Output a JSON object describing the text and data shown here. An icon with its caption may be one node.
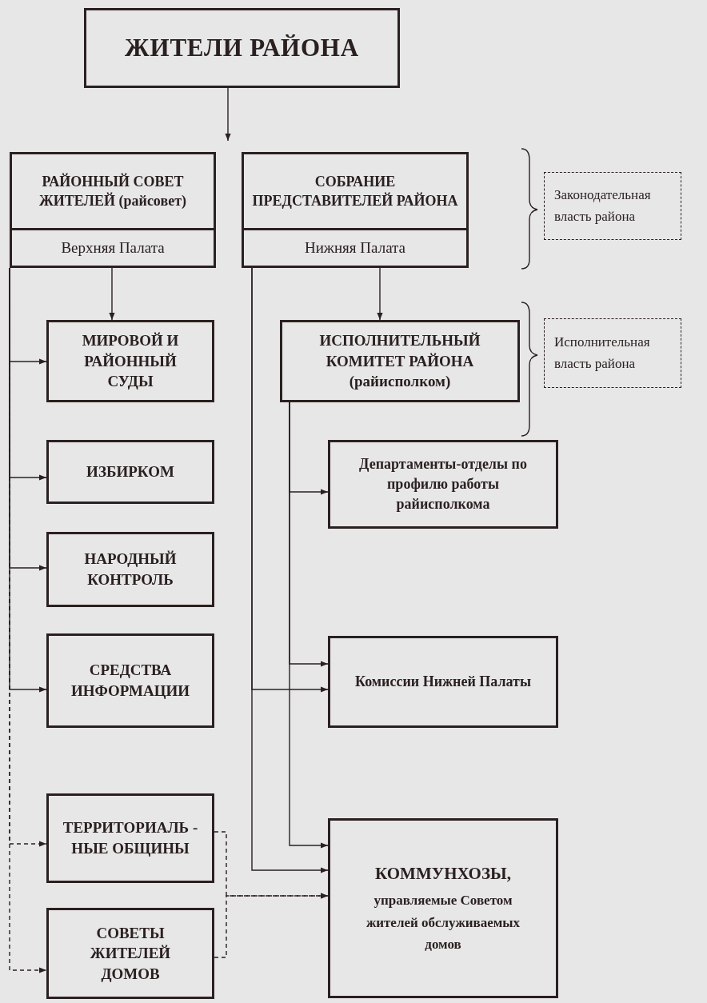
{
  "diagram": {
    "nodes": [
      {
        "text": [
          "ЖИТЕЛИ РАЙОНА"
        ]
      },
      {
        "text": [
          "РАЙОННЫЙ СОВЕТ ЖИТЕЛЕЙ (райсовет)",
          "Верхняя Палата"
        ]
      },
      {
        "text": [
          "СОБРАНИЕ ПРЕДСТАВИТЕЛЕЙ РАЙОНА",
          "Нижняя Палата"
        ]
      },
      {
        "text": [
          "Законодательная власть района"
        ]
      },
      {
        "text": [
          "МИРОВОЙ И РАЙОННЫЙ СУДЫ"
        ]
      },
      {
        "text": [
          "ИСПОЛНИТЕЛЬНЫЙ КОМИТЕТ РАЙОНА (райисполком)"
        ]
      },
      {
        "text": [
          "Исполнительная власть района"
        ]
      },
      {
        "text": [
          "ИЗБИРКОМ"
        ]
      },
      {
        "text": [
          "Департаменты-отделы по профилю работы райисполкома"
        ]
      },
      {
        "text": [
          "НАРОДНЫЙ КОНТРОЛЬ"
        ]
      },
      {
        "text": [
          "СРЕДСТВА ИНФОРМАЦИИ"
        ]
      },
      {
        "text": [
          "Комиссии Нижней Палаты"
        ]
      },
      {
        "text": [
          "ТЕРРИТОРИАЛЬ - НЫЕ ОБЩИНЫ"
        ]
      },
      {
        "text": [
          "КОММУНХОЗЫ,",
          "управляемые Советом жителей обслуживаемых домов"
        ]
      },
      {
        "text": [
          "СОВЕТЫ ЖИТЕЛЕЙ ДОМОВ"
        ]
      }
    ],
    "edges": [
      {
        "from": 0,
        "to": 1,
        "arrow": "to"
      },
      {
        "from": 1,
        "to": 4,
        "arrow": "to"
      },
      {
        "from": 1,
        "to": 4,
        "arrow": "to"
      },
      {
        "from": 1,
        "to": 7,
        "arrow": "to"
      },
      {
        "from": 1,
        "to": 9,
        "arrow": "to"
      },
      {
        "from": 1,
        "to": 10,
        "arrow": "to"
      },
      {
        "from": 1,
        "to": 12,
        "arrow": "to",
        "style": "dashed"
      },
      {
        "from": 1,
        "to": 14,
        "arrow": "to",
        "style": "dashed"
      },
      {
        "from": 2,
        "to": 5,
        "arrow": "to"
      },
      {
        "from": 2,
        "to": 11,
        "arrow": "to"
      },
      {
        "from": 2,
        "to": 13,
        "arrow": "to"
      },
      {
        "from": 5,
        "to": 8,
        "arrow": "to"
      },
      {
        "from": 5,
        "to": 11,
        "arrow": "to"
      },
      {
        "from": 5,
        "to": 13,
        "arrow": "to"
      },
      {
        "from": 12,
        "to": 13,
        "arrow": "to",
        "style": "dashed"
      },
      {
        "from": 14,
        "to": 13,
        "arrow": "to",
        "style": "dashed"
      }
    ]
  }
}
